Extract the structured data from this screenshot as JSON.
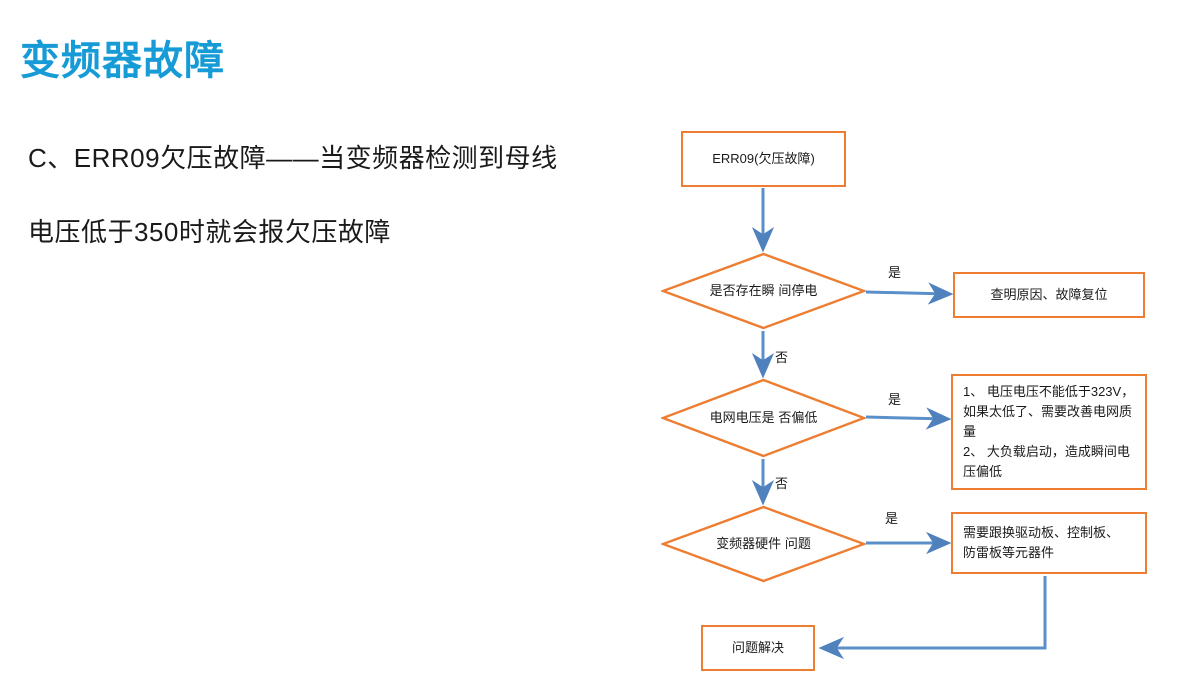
{
  "slide": {
    "title": "变频器故障",
    "title_color": "#169BD7",
    "body": [
      "C、ERR09欠压故障——当变频器检测到母线",
      "电压低于350时就会报欠压故障"
    ]
  },
  "flowchart": {
    "shape_border_color": "#ED7D31",
    "connector_color": "#5B8FC9",
    "nodes": {
      "start": {
        "label": "ERR09(欠压故障)",
        "shape": "rectangle"
      },
      "decision_1": {
        "label_lines": [
          "是否存在瞬",
          "间停电"
        ],
        "shape": "diamond"
      },
      "decision_2": {
        "label_lines": [
          "电网电压是",
          "否偏低"
        ],
        "shape": "diamond"
      },
      "decision_3": {
        "label_lines": [
          "变频器硬件",
          "问题"
        ],
        "shape": "diamond"
      },
      "action_1": {
        "label": "查明原因、故障复位",
        "shape": "rectangle"
      },
      "action_2": {
        "shape": "rectangle",
        "label_lines": [
          "1、 电压电压不能低于323V，",
          "如果太低了、需要改善电网质",
          "量",
          "2、 大负载启动，造成瞬间电",
          "压偏低"
        ]
      },
      "action_3": {
        "shape": "rectangle",
        "label_lines": [
          "需要跟换驱动板、控制板、",
          "防雷板等元器件"
        ]
      },
      "end": {
        "label": "问题解决",
        "shape": "rectangle"
      }
    },
    "edge_labels": {
      "yes_1": "是",
      "yes_2": "是",
      "yes_3": "是",
      "no_1": "否",
      "no_2": "否"
    }
  }
}
